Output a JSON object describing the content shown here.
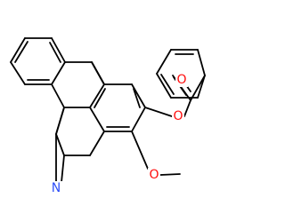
{
  "structure": {
    "atom_labels": {
      "nitrogen": "N",
      "carbonyl_oxygen": "O",
      "ester_oxygen": "O",
      "ether_oxygen": "O"
    },
    "colors": {
      "bond": "#000000",
      "nitrogen": "#3050f8",
      "oxygen": "#ff0d0d",
      "background": "#ffffff"
    }
  }
}
